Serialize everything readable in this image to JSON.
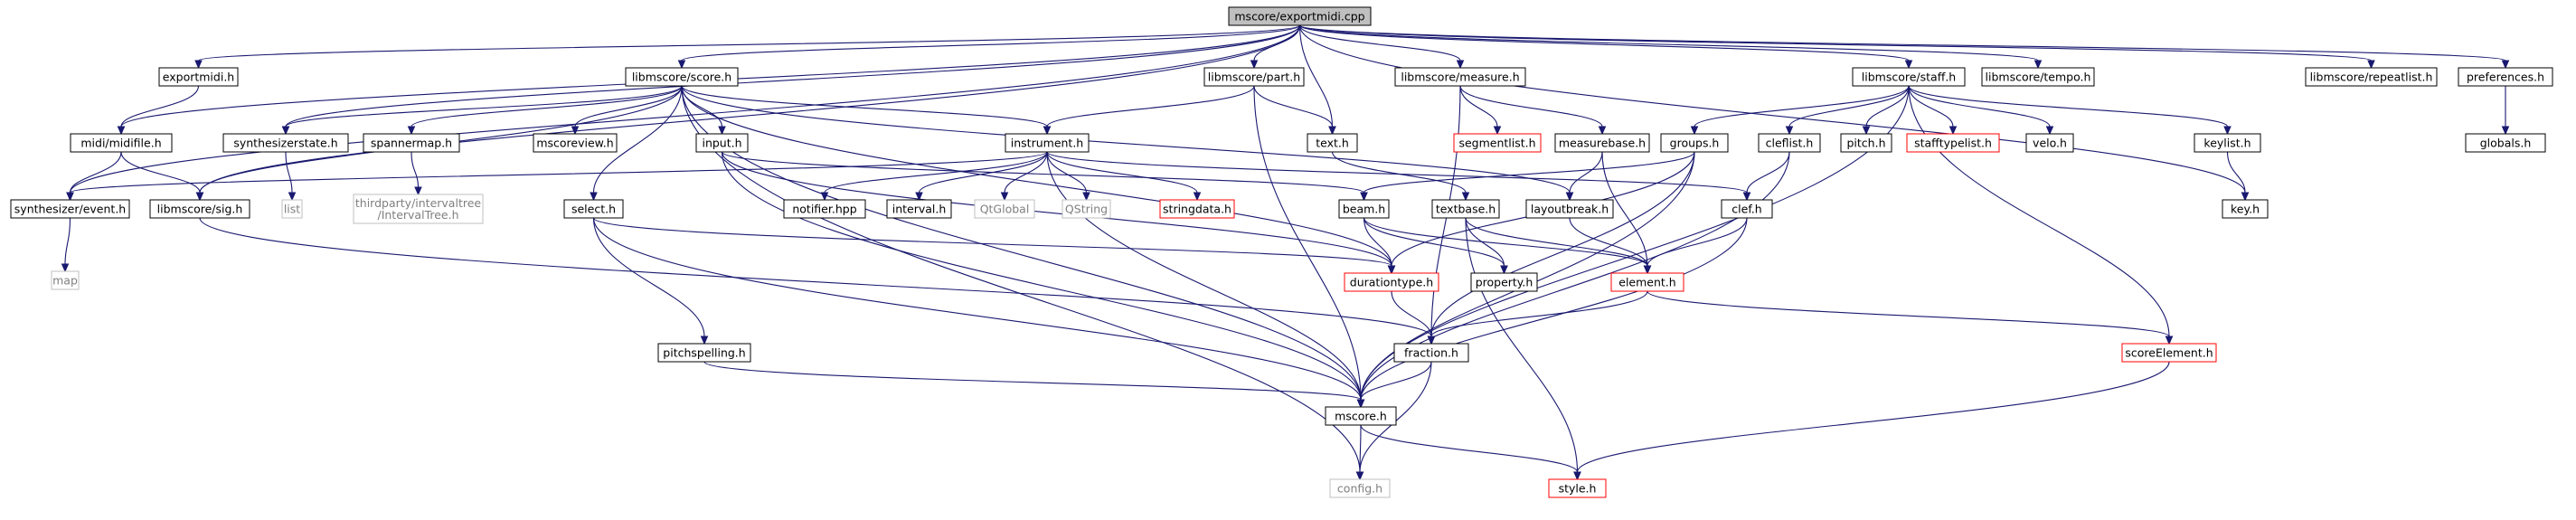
{
  "colors": {
    "edge": "#191970",
    "node_border": "#000000",
    "node_fill": "#ffffff",
    "root_fill": "#bfbfbf",
    "red_border": "#ff0000",
    "gray_border": "#bfbfbf",
    "gray_text": "#808080",
    "text": "#000000"
  },
  "nodes": [
    {
      "id": "root",
      "label": "mscore/exportmidi.cpp",
      "style": "root"
    },
    {
      "id": "exportmidi_h",
      "label": "exportmidi.h",
      "style": "normal"
    },
    {
      "id": "score_h",
      "label": "libmscore/score.h",
      "style": "normal"
    },
    {
      "id": "part_h",
      "label": "libmscore/part.h",
      "style": "normal"
    },
    {
      "id": "measure_h",
      "label": "libmscore/measure.h",
      "style": "normal"
    },
    {
      "id": "staff_h",
      "label": "libmscore/staff.h",
      "style": "normal"
    },
    {
      "id": "tempo_h",
      "label": "libmscore/tempo.h",
      "style": "normal"
    },
    {
      "id": "repeatlist_h",
      "label": "libmscore/repeatlist.h",
      "style": "normal"
    },
    {
      "id": "preferences_h",
      "label": "preferences.h",
      "style": "normal"
    },
    {
      "id": "midifile_h",
      "label": "midi/midifile.h",
      "style": "normal"
    },
    {
      "id": "synthstate_h",
      "label": "synthesizerstate.h",
      "style": "normal"
    },
    {
      "id": "spannermap_h",
      "label": "spannermap.h",
      "style": "normal"
    },
    {
      "id": "mscoreview_h",
      "label": "mscoreview.h",
      "style": "normal"
    },
    {
      "id": "input_h",
      "label": "input.h",
      "style": "normal"
    },
    {
      "id": "instrument_h",
      "label": "instrument.h",
      "style": "normal"
    },
    {
      "id": "text_h",
      "label": "text.h",
      "style": "normal"
    },
    {
      "id": "segmentlist_h",
      "label": "segmentlist.h",
      "style": "red"
    },
    {
      "id": "measurebase_h",
      "label": "measurebase.h",
      "style": "normal"
    },
    {
      "id": "groups_h",
      "label": "groups.h",
      "style": "normal"
    },
    {
      "id": "cleflist_h",
      "label": "cleflist.h",
      "style": "normal"
    },
    {
      "id": "pitch_h",
      "label": "pitch.h",
      "style": "normal"
    },
    {
      "id": "stafftypelist_h",
      "label": "stafftypelist.h",
      "style": "red"
    },
    {
      "id": "velo_h",
      "label": "velo.h",
      "style": "normal"
    },
    {
      "id": "keylist_h",
      "label": "keylist.h",
      "style": "normal"
    },
    {
      "id": "globals_h",
      "label": "globals.h",
      "style": "normal"
    },
    {
      "id": "synthevent_h",
      "label": "synthesizer/event.h",
      "style": "normal"
    },
    {
      "id": "sig_h",
      "label": "libmscore/sig.h",
      "style": "normal"
    },
    {
      "id": "list",
      "label": "list",
      "style": "gray"
    },
    {
      "id": "intervaltree_h",
      "label": "thirdparty/intervaltree\n/IntervalTree.h",
      "style": "gray"
    },
    {
      "id": "notifier_hpp",
      "label": "notifier.hpp",
      "style": "normal"
    },
    {
      "id": "interval_h",
      "label": "interval.h",
      "style": "normal"
    },
    {
      "id": "qtglobal",
      "label": "QtGlobal",
      "style": "gray"
    },
    {
      "id": "qstring",
      "label": "QString",
      "style": "gray"
    },
    {
      "id": "stringdata_h",
      "label": "stringdata.h",
      "style": "red"
    },
    {
      "id": "layoutbreak_h",
      "label": "layoutbreak.h",
      "style": "normal"
    },
    {
      "id": "clef_h",
      "label": "clef.h",
      "style": "normal"
    },
    {
      "id": "key_h",
      "label": "key.h",
      "style": "normal"
    },
    {
      "id": "select_h",
      "label": "select.h",
      "style": "normal"
    },
    {
      "id": "beam_h",
      "label": "beam.h",
      "style": "normal"
    },
    {
      "id": "textbase_h",
      "label": "textbase.h",
      "style": "normal"
    },
    {
      "id": "map",
      "label": "map",
      "style": "gray"
    },
    {
      "id": "durationtype_h",
      "label": "durationtype.h",
      "style": "red"
    },
    {
      "id": "property_h",
      "label": "property.h",
      "style": "normal"
    },
    {
      "id": "element_h",
      "label": "element.h",
      "style": "red"
    },
    {
      "id": "pitchspelling_h",
      "label": "pitchspelling.h",
      "style": "normal"
    },
    {
      "id": "fraction_h",
      "label": "fraction.h",
      "style": "normal"
    },
    {
      "id": "scoreelement_h",
      "label": "scoreElement.h",
      "style": "red"
    },
    {
      "id": "mscore_h",
      "label": "mscore.h",
      "style": "normal"
    },
    {
      "id": "config_h",
      "label": "config.h",
      "style": "gray"
    },
    {
      "id": "style_h",
      "label": "style.h",
      "style": "red"
    }
  ]
}
